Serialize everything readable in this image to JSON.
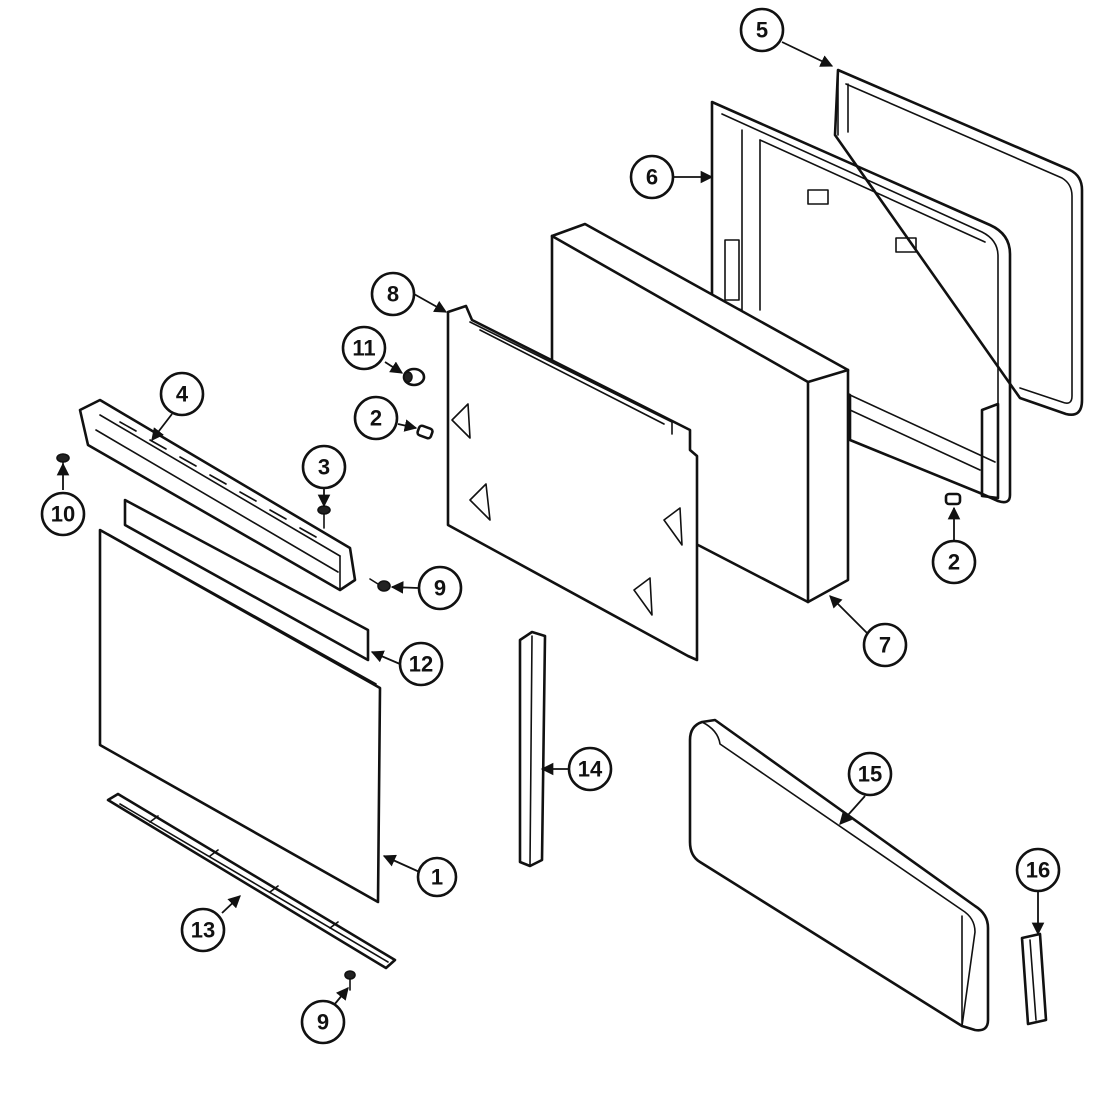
{
  "callouts": [
    {
      "id": "c5",
      "label": "5"
    },
    {
      "id": "c6",
      "label": "6"
    },
    {
      "id": "c8",
      "label": "8"
    },
    {
      "id": "c11",
      "label": "11"
    },
    {
      "id": "c2a",
      "label": "2"
    },
    {
      "id": "c4",
      "label": "4"
    },
    {
      "id": "c3",
      "label": "3"
    },
    {
      "id": "c10",
      "label": "10"
    },
    {
      "id": "c9a",
      "label": "9"
    },
    {
      "id": "c12",
      "label": "12"
    },
    {
      "id": "c7",
      "label": "7"
    },
    {
      "id": "c2b",
      "label": "2"
    },
    {
      "id": "c14",
      "label": "14"
    },
    {
      "id": "c15",
      "label": "15"
    },
    {
      "id": "c1",
      "label": "1"
    },
    {
      "id": "c16",
      "label": "16"
    },
    {
      "id": "c13",
      "label": "13"
    },
    {
      "id": "c9b",
      "label": "9"
    }
  ]
}
